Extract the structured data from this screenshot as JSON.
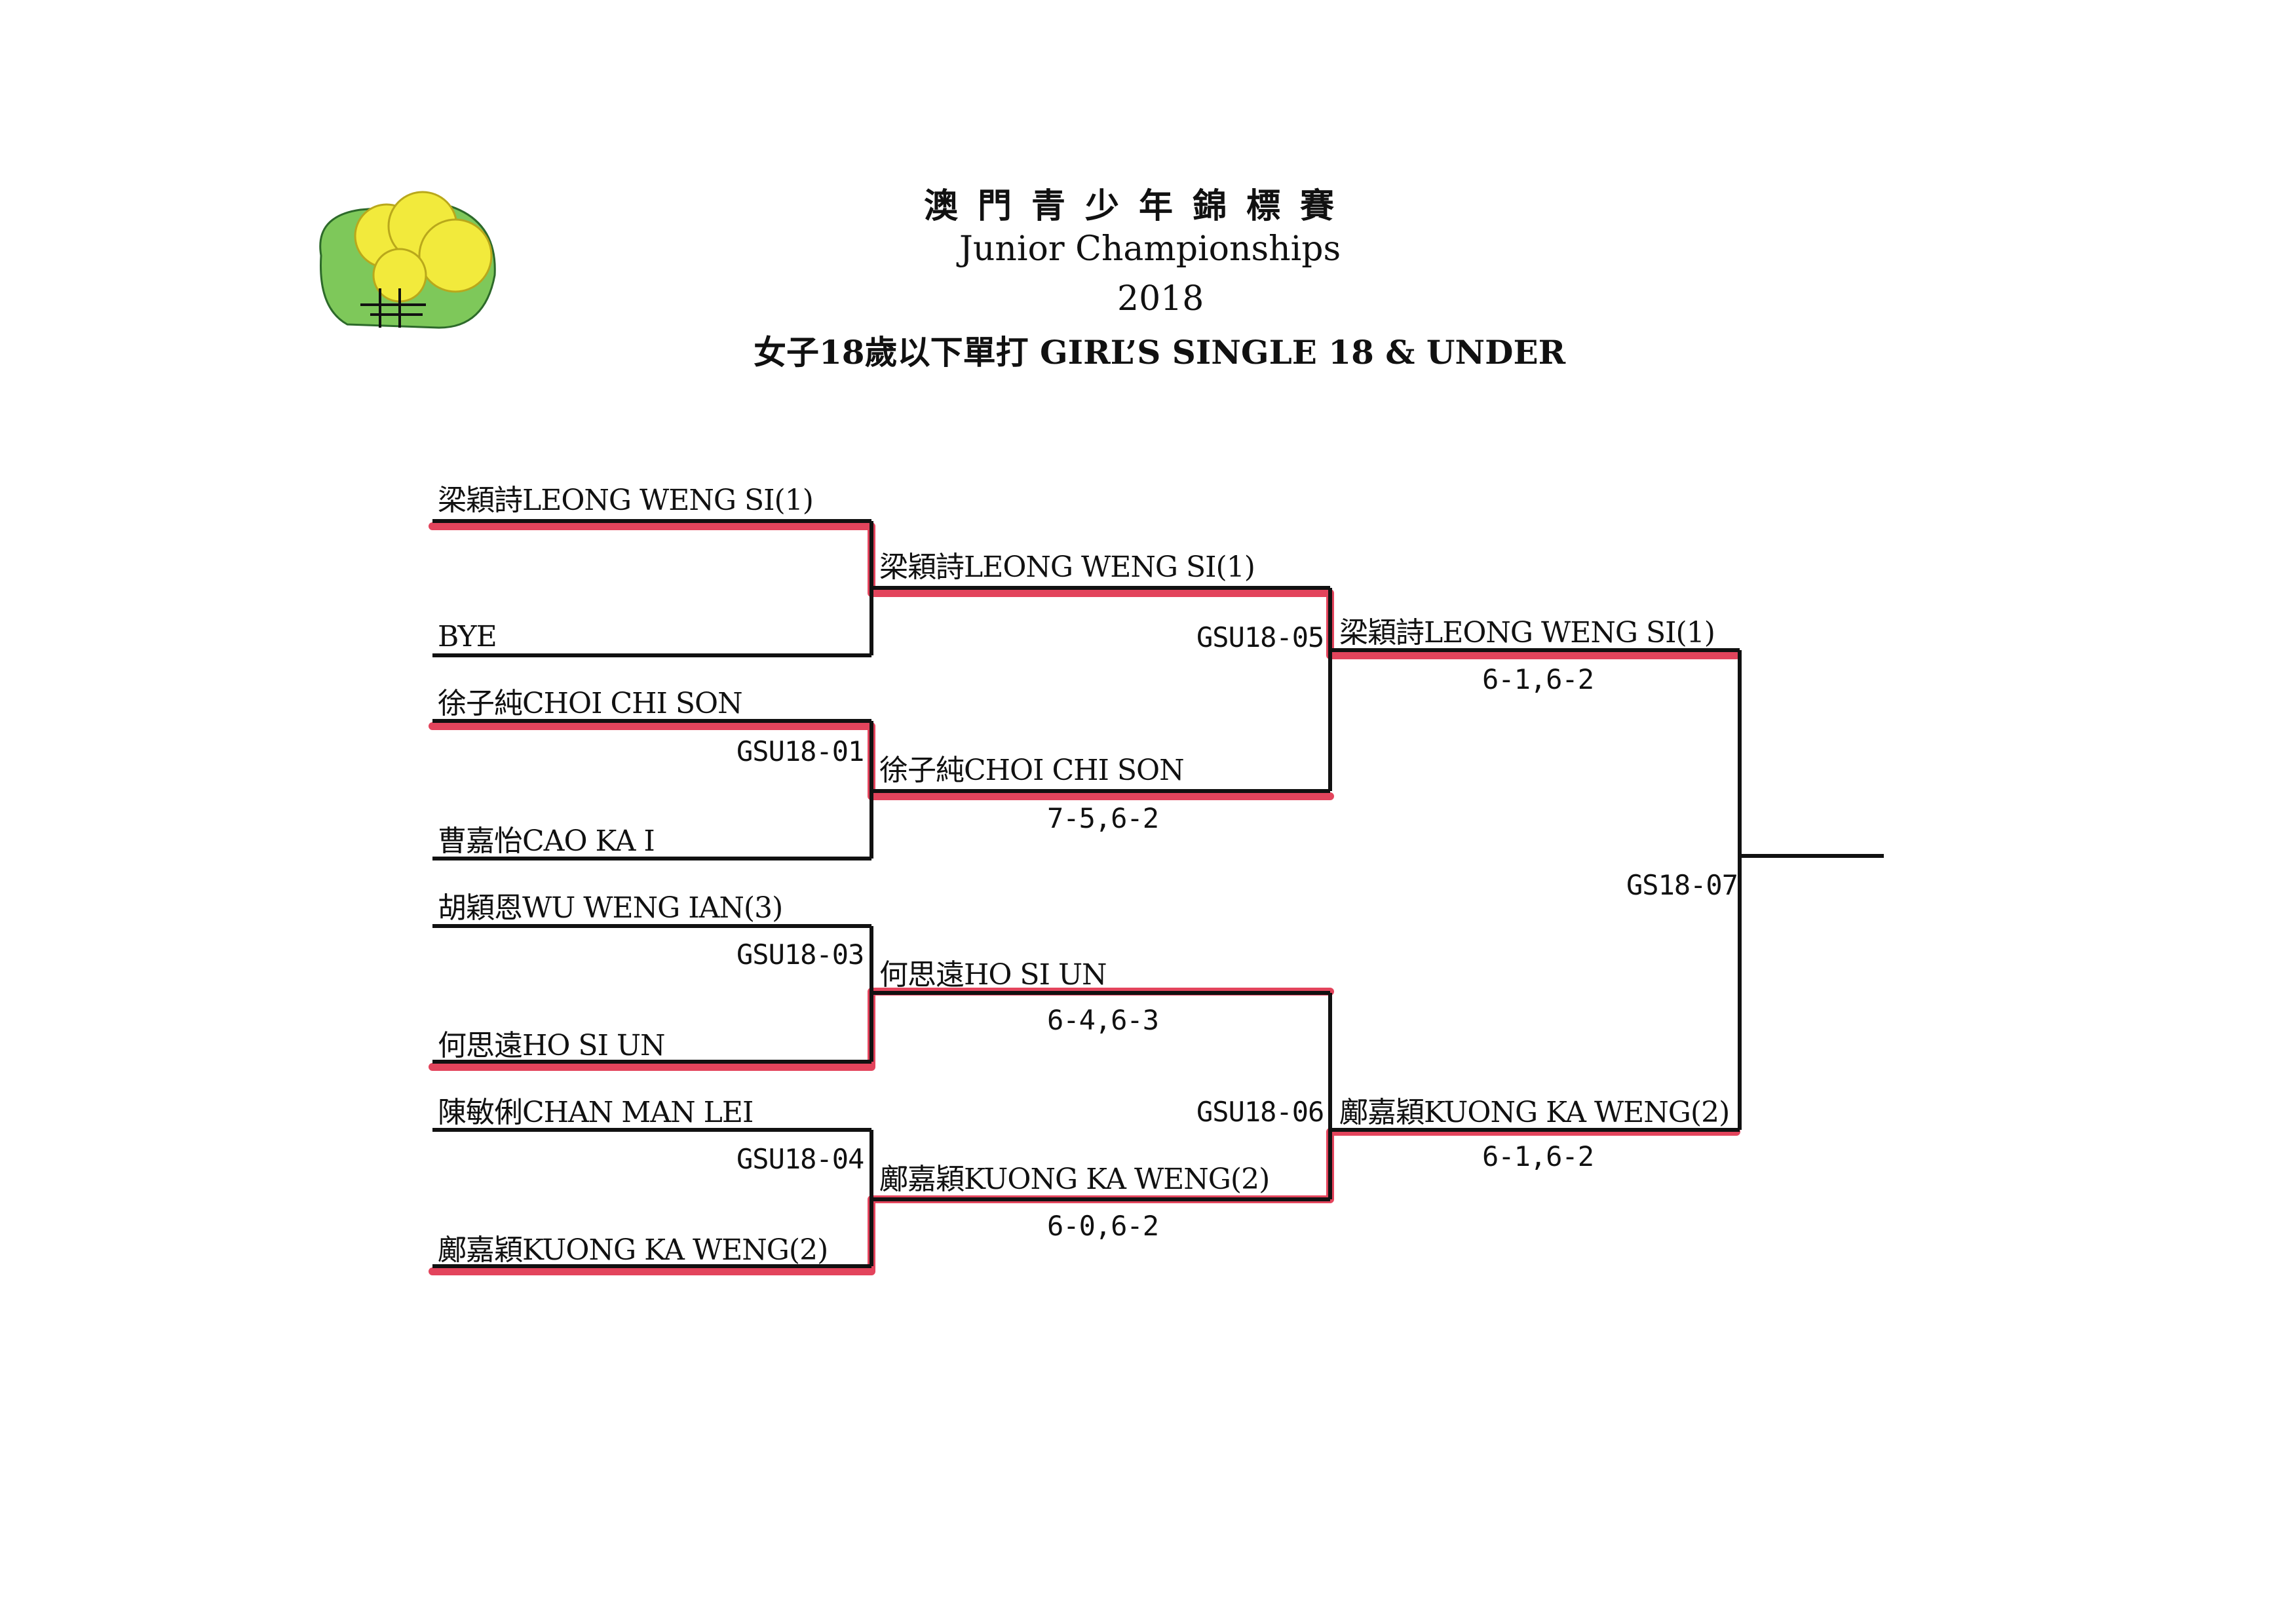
{
  "header": {
    "title_zh": "澳門青少年錦標賽",
    "title_en": "Junior Championships",
    "year": "2018",
    "event": "女子18歲以下單打 GIRL’S SINGLE 18 & UNDER"
  },
  "colors": {
    "line": "#111111",
    "winner_highlight": "#e0304a",
    "logo_green": "#7ec85a",
    "logo_yellow": "#f2ea3c"
  },
  "bracket": {
    "round1": [
      {
        "players": [
          "梁穎詩LEONG WENG SI(1)",
          "BYE"
        ],
        "code": "",
        "winner": "梁穎詩LEONG WENG SI(1)",
        "score": ""
      },
      {
        "players": [
          "徐子純CHOI CHI SON",
          "曹嘉怡CAO KA I"
        ],
        "code": "GSU18-01",
        "winner": "徐子純CHOI CHI SON",
        "score": "7-5,6-2"
      },
      {
        "players": [
          "胡穎恩WU WENG IAN(3)",
          "何思遠HO SI UN"
        ],
        "code": "GSU18-03",
        "winner": "何思遠HO SI UN",
        "score": "6-4,6-3"
      },
      {
        "players": [
          "陳敏俐CHAN MAN LEI",
          "鄺嘉穎KUONG KA WENG(2)"
        ],
        "code": "GSU18-04",
        "winner": "鄺嘉穎KUONG KA WENG(2)",
        "score": "6-0,6-2"
      }
    ],
    "semifinals": [
      {
        "code": "GSU18-05",
        "winner": "梁穎詩LEONG WENG SI(1)",
        "score": "6-1,6-2"
      },
      {
        "code": "GSU18-06",
        "winner": "鄺嘉穎KUONG KA WENG(2)",
        "score": "6-1,6-2"
      }
    ],
    "final": {
      "code": "GS18-07",
      "winner": ""
    }
  }
}
